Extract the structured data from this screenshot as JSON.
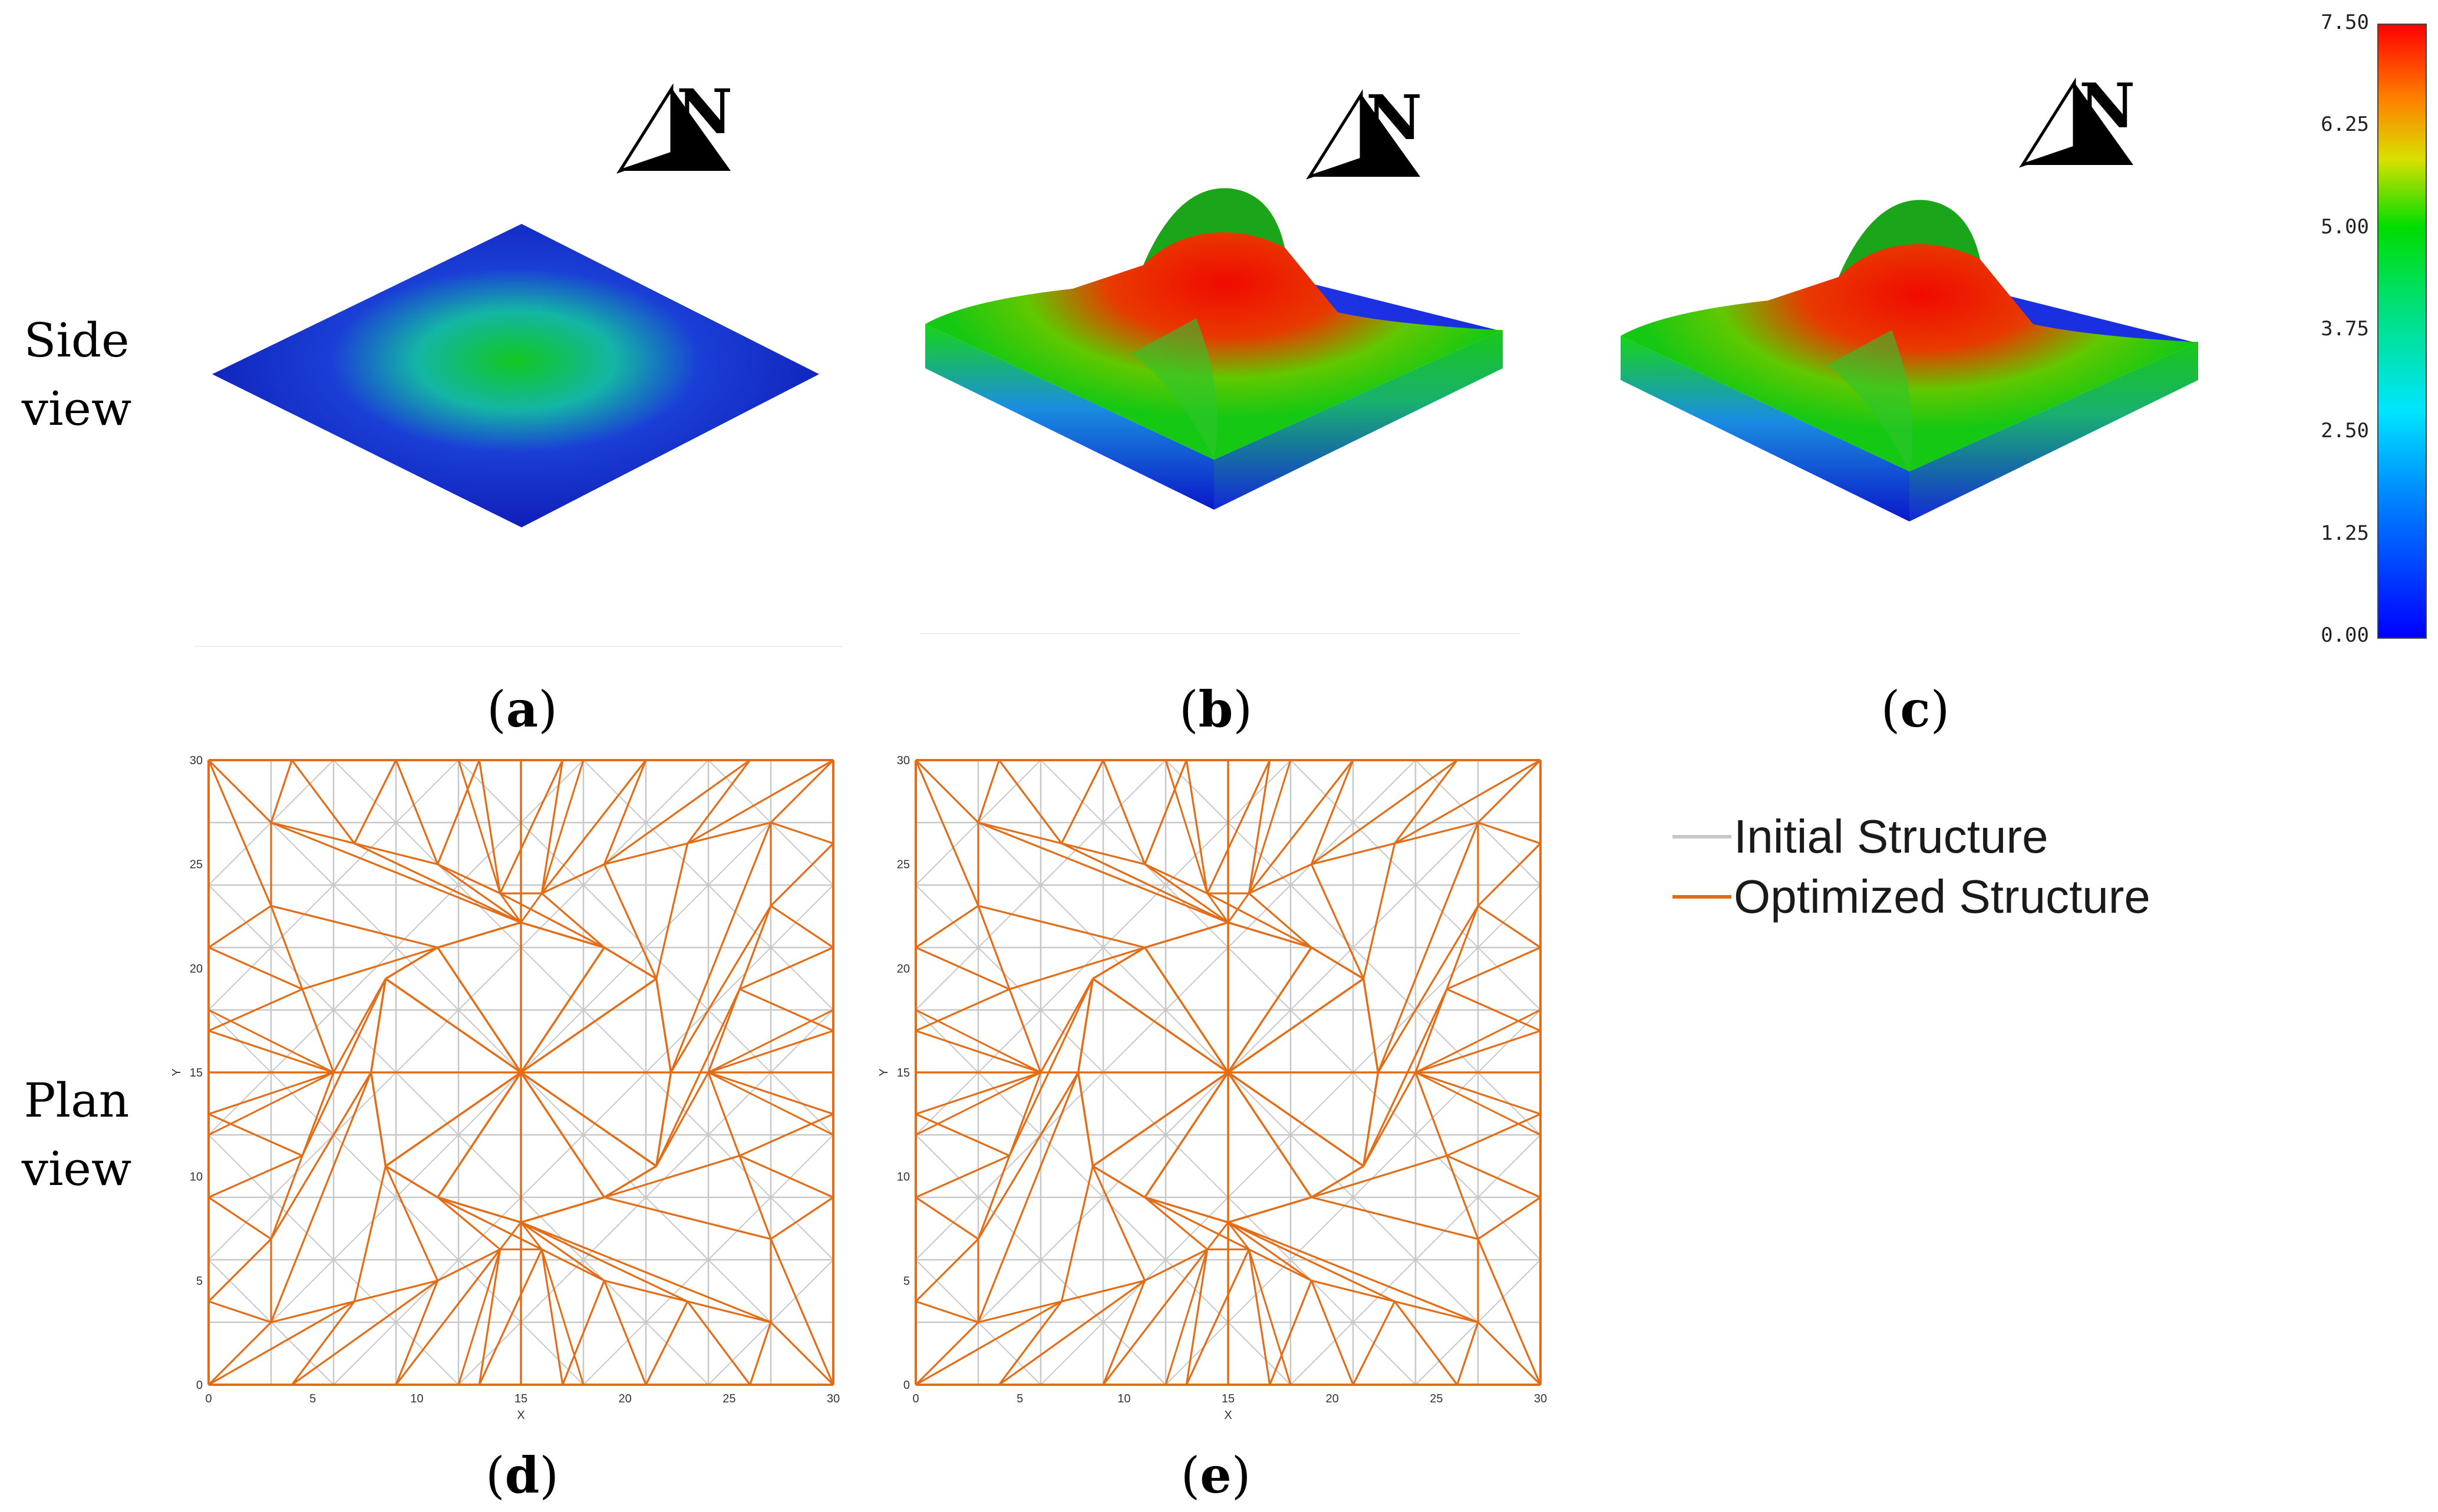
{
  "row_labels": {
    "side": [
      "Side",
      "view"
    ],
    "plan": [
      "Plan",
      "view"
    ]
  },
  "north_letter": "N",
  "panels": {
    "a": "a",
    "b": "b",
    "c": "c",
    "d": "d",
    "e": "e"
  },
  "colorbar": {
    "ticks": [
      "7.50",
      "6.25",
      "5.00",
      "3.75",
      "2.50",
      "1.25",
      "0.00"
    ],
    "colors": [
      "#ff0000",
      "#00dd00",
      "#00e5ff",
      "#0000ff"
    ]
  },
  "plan_axes": {
    "xlabel": "X",
    "ylabel": "Y",
    "ticks": [
      "0",
      "5",
      "10",
      "15",
      "20",
      "25",
      "30"
    ]
  },
  "legend": {
    "initial": "Initial Structure",
    "optimized": "Optimized Structure",
    "initial_color": "#c8c8c8",
    "optimized_color": "#e36c16"
  }
}
